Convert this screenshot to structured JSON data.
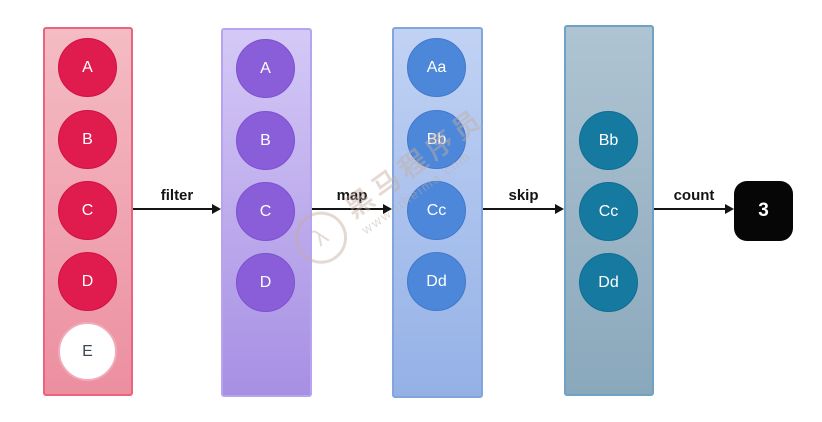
{
  "columns": [
    {
      "name": "source-list",
      "circles": [
        "A",
        "B",
        "C",
        "D",
        "E"
      ]
    },
    {
      "name": "after-filter",
      "circles": [
        "A",
        "B",
        "C",
        "D"
      ]
    },
    {
      "name": "after-map",
      "circles": [
        "Aa",
        "Bb",
        "Cc",
        "Dd"
      ]
    },
    {
      "name": "after-skip",
      "circles": [
        "Bb",
        "Cc",
        "Dd"
      ]
    }
  ],
  "operations": [
    "filter",
    "map",
    "skip",
    "count"
  ],
  "result": "3",
  "watermark": {
    "logo_glyph": "λ",
    "brand": "黑马程序员",
    "url": "www.itheima.com"
  },
  "colors": {
    "source_box": "#f0a9b4",
    "source_border": "#e9647c",
    "source_circle": "#e01b4d",
    "excluded_circle": "#ffffff",
    "filtered_box": "#bfaaee",
    "filtered_border": "#b6a4ef",
    "filtered_circle": "#8a5ed9",
    "mapped_box": "#aac2ed",
    "mapped_border": "#82a5de",
    "mapped_circle": "#4c87da",
    "skipped_box": "#9db6c7",
    "skipped_border": "#6fa3c6",
    "skipped_circle": "#1679a0",
    "arrow": "#141414",
    "result_box": "#060606"
  }
}
